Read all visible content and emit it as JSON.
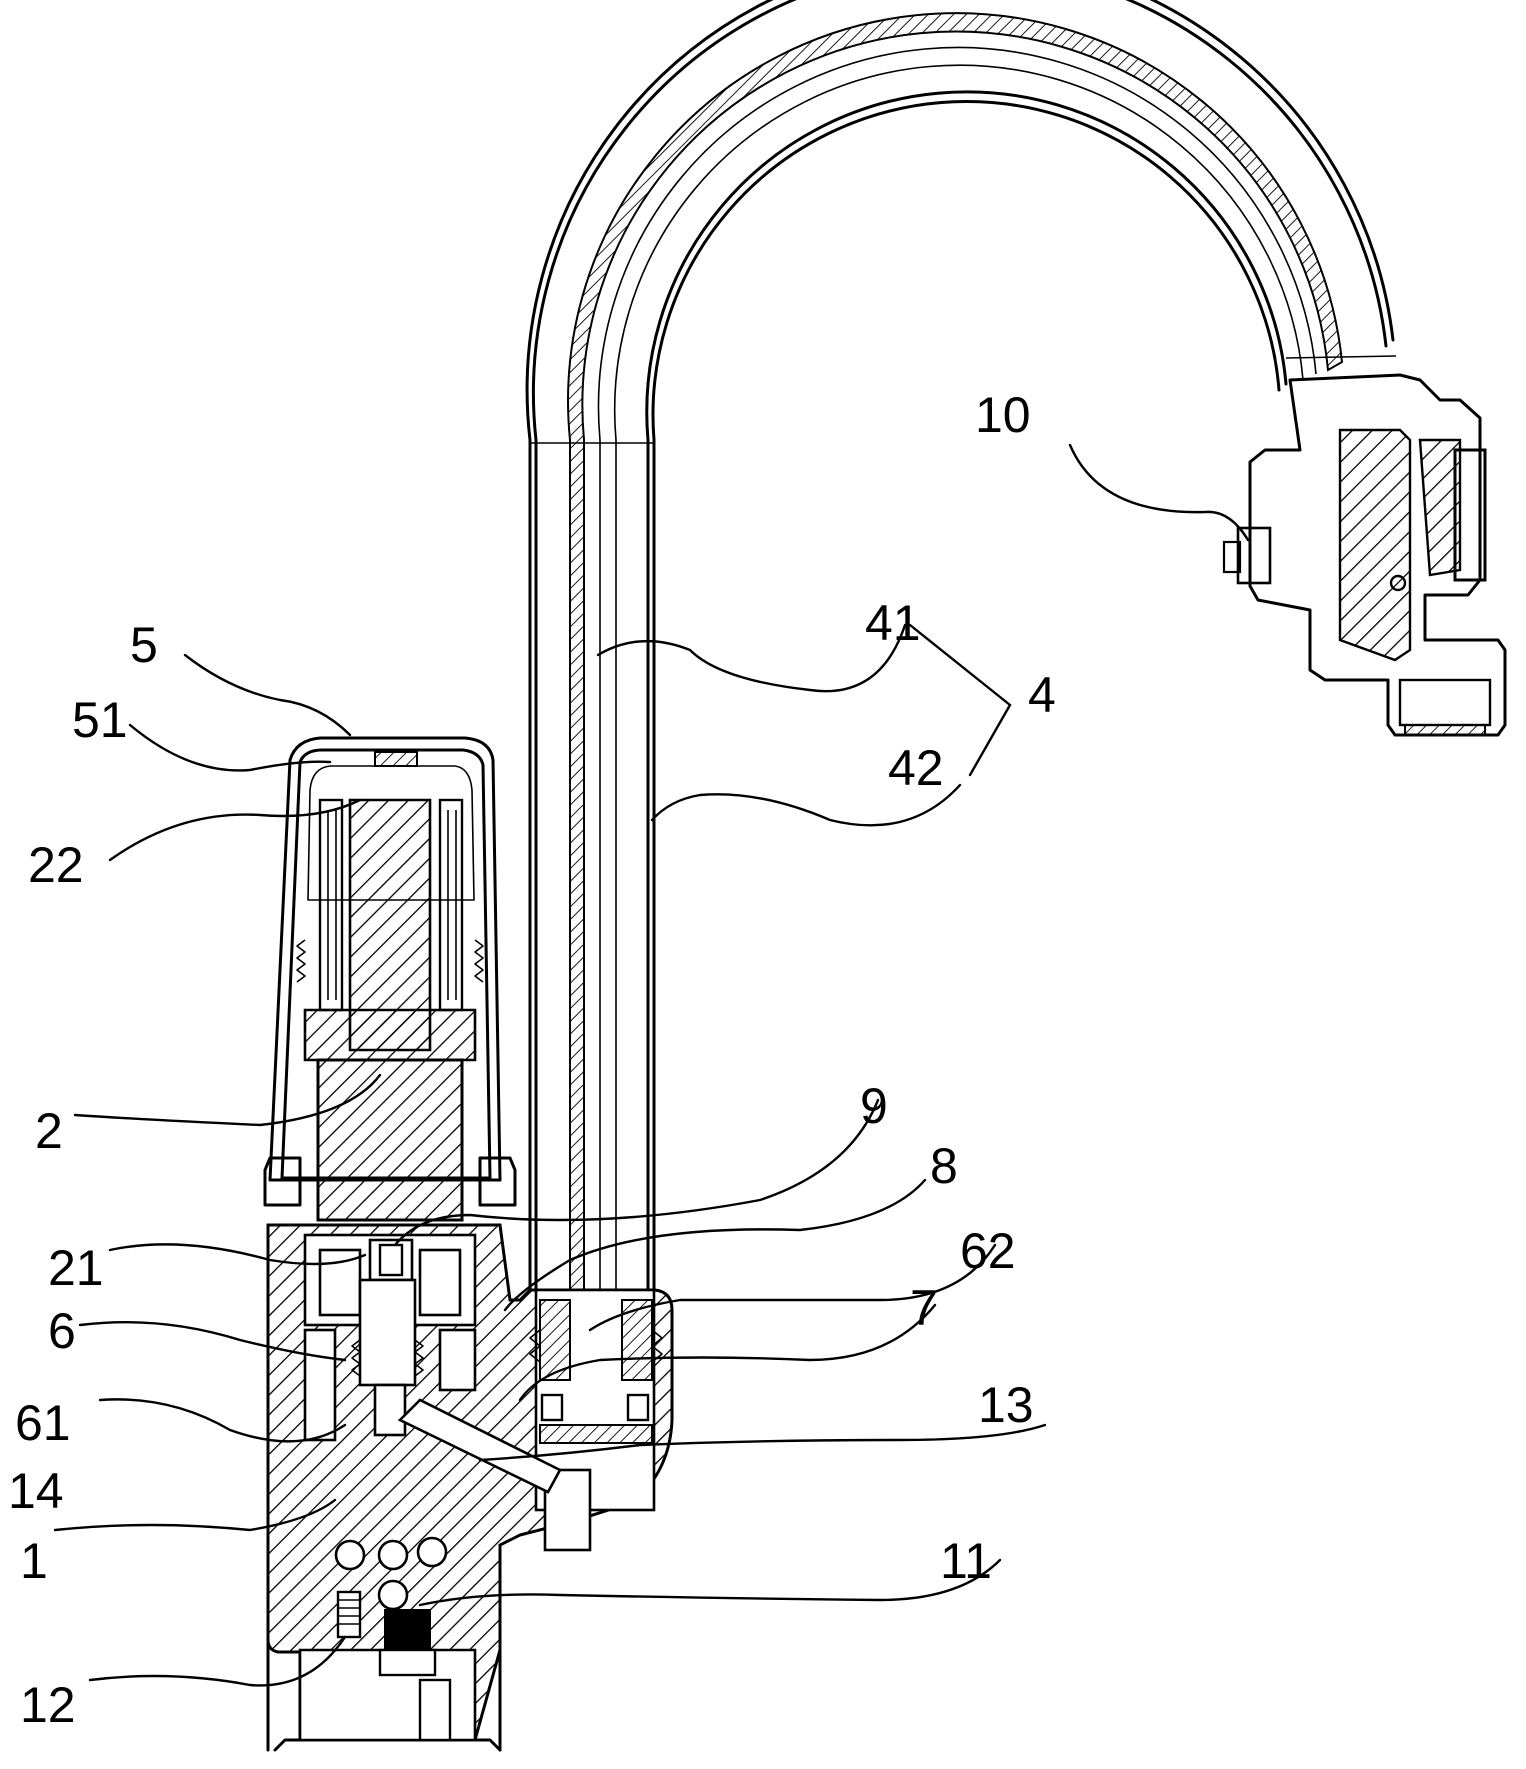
{
  "labels": {
    "l10": "10",
    "l5": "5",
    "l51": "51",
    "l41": "41",
    "l4": "4",
    "l42": "42",
    "l22": "22",
    "l2": "2",
    "l9": "9",
    "l8": "8",
    "l21": "21",
    "l62": "62",
    "l6": "6",
    "l7": "7",
    "l13": "13",
    "l61": "61",
    "l14": "14",
    "l1": "1",
    "l11": "11",
    "l12": "12"
  }
}
